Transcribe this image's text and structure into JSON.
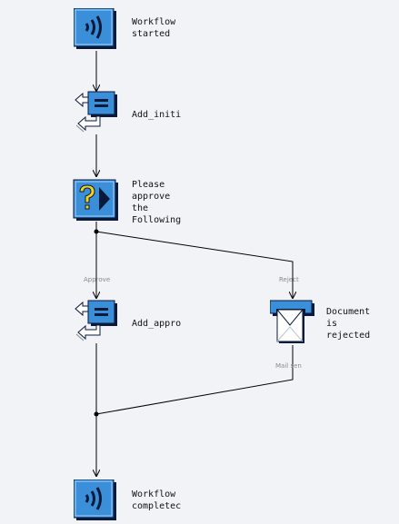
{
  "nodes": {
    "start": {
      "label": "Workflow\nstarted",
      "icon": "start-sound-icon"
    },
    "add_initial": {
      "label": "Add_initi",
      "icon": "function-activity-icon"
    },
    "approve": {
      "label": "Please\napprove\nthe\nFollowing",
      "icon": "notification-question-icon"
    },
    "add_approved": {
      "label": "Add_appro",
      "icon": "function-activity-icon"
    },
    "rejected": {
      "label": "Document\nis\nrejected",
      "icon": "mail-envelope-icon"
    },
    "end": {
      "label": "Workflow\ncompletec",
      "icon": "end-sound-icon"
    }
  },
  "edges": {
    "approve": "Approve",
    "reject": "Reject",
    "mail_sent": "Mail sen"
  },
  "colors": {
    "icon_blue": "#3b8fd8",
    "icon_dark": "#0a1a3a",
    "line": "#000000",
    "edge_label": "#8a8a8a",
    "background": "#f2f3f7"
  }
}
